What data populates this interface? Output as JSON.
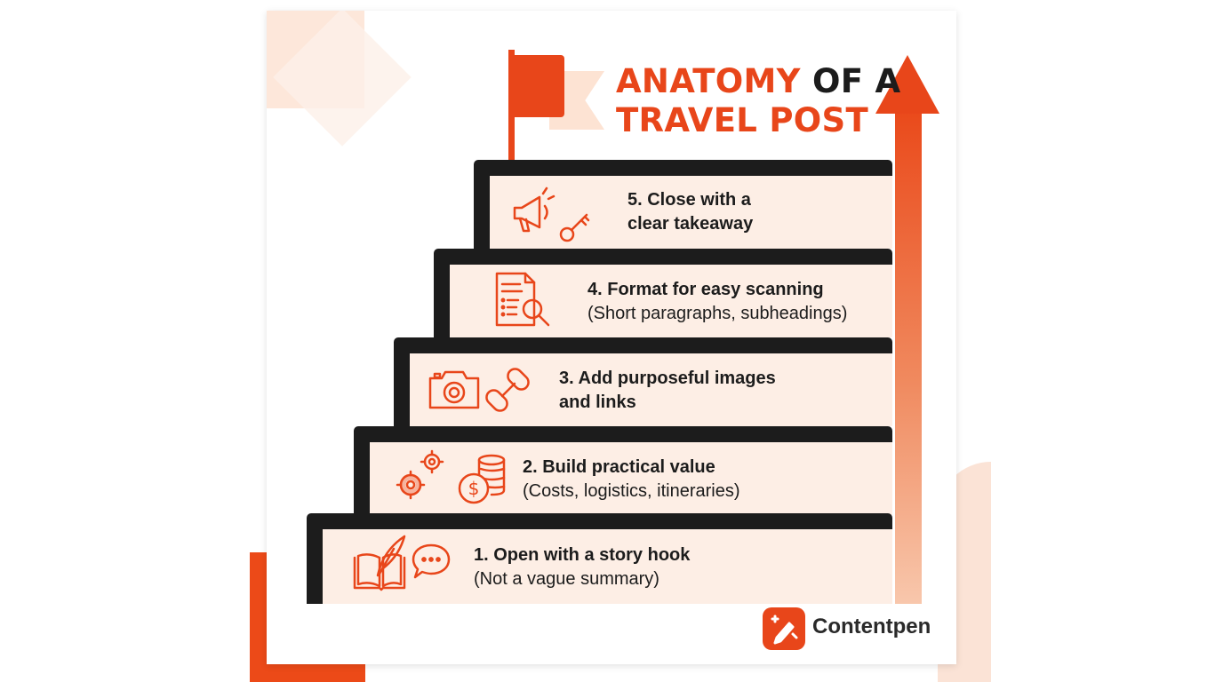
{
  "title": {
    "accent_1": "ANATOMY",
    "dark_1": "OF A",
    "accent_2": "TRAVEL POST"
  },
  "steps": [
    {
      "heading": "5. Close with a",
      "sub": "clear takeaway",
      "icons": [
        "megaphone-icon",
        "key-icon"
      ]
    },
    {
      "heading": "4. Format for easy scanning",
      "sub": "(Short paragraphs, subheadings)",
      "icons": [
        "document-search-icon"
      ]
    },
    {
      "heading": "3. Add purposeful images",
      "sub": "and links",
      "icons": [
        "camera-icon",
        "link-icon"
      ]
    },
    {
      "heading": "2. Build practical value",
      "sub": "(Costs, logistics, itineraries)",
      "icons": [
        "gears-icon",
        "coins-icon"
      ]
    },
    {
      "heading": "1. Open with a story hook",
      "sub": "(Not a vague summary)",
      "icons": [
        "book-quill-icon",
        "chat-bubble-icon"
      ]
    }
  ],
  "brand": {
    "name": "Contentpen"
  },
  "colors": {
    "accent": "#e8461a",
    "dark": "#1c1c1c",
    "band": "#fdeee5"
  }
}
